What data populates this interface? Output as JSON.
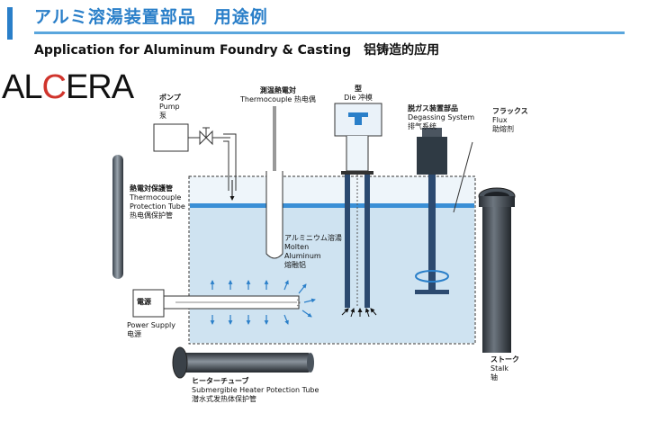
{
  "header": {
    "title_jp": "アルミ溶湯装置部品　用途例",
    "subtitle": "Application for Aluminum Foundry & Casting　铝铸造的应用"
  },
  "logo": {
    "text_a": "AL",
    "text_c": "C",
    "text_b": "ERA"
  },
  "labels": {
    "pump": {
      "jp": "ポンプ",
      "en": "Pump",
      "cn": "泵"
    },
    "thermocouple": {
      "jp": "測温熱電対",
      "en": "Thermocouple",
      "cn": "热电偶"
    },
    "die": {
      "jp": "型",
      "en": "Die",
      "cn": "冲模"
    },
    "degassing": {
      "jp": "脱ガス装置部品",
      "en": "Degassing System",
      "cn": "排气系统"
    },
    "flux": {
      "jp": "フラックス",
      "en": "Flux",
      "cn": "助熔剂"
    },
    "protection_tube": {
      "jp": "熱電対保護管",
      "en1": "Thermocouple",
      "en2": "Protection Tube",
      "cn": "热电偶保护管"
    },
    "molten": {
      "jp": "アルミニウム溶湯",
      "en1": "Molten",
      "en2": "Aluminum",
      "cn": "熔融铝"
    },
    "power_box": "電源",
    "power_supply": {
      "en": "Power Supply",
      "cn": "电源"
    },
    "heater_tube": {
      "jp": "ヒーターチューブ",
      "en": "Submergible Heater Potection Tube",
      "cn": "潜水式发热体保护管"
    },
    "stalk": {
      "jp": "ストーク",
      "en": "Stalk",
      "cn": "轴"
    }
  },
  "colors": {
    "accent": "#2a7fc9",
    "liquid": "#cfe3f1",
    "liquid_surface": "#3a8fd6",
    "arrow": "#2a7fc9",
    "dark_part": "#2f3a44",
    "logo_red": "#d0342c"
  }
}
